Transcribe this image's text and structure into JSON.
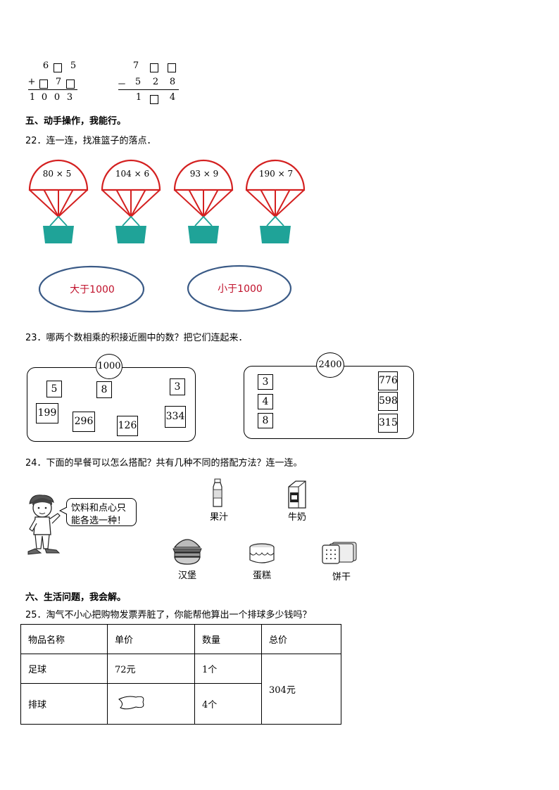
{
  "arith": {
    "add": {
      "r1": [
        "6",
        "",
        "5"
      ],
      "op": "+",
      "r2": [
        "",
        "7",
        ""
      ],
      "result": [
        "1",
        "0",
        "0",
        "3"
      ]
    },
    "sub": {
      "r1": [
        "7",
        "",
        ""
      ],
      "op": "－",
      "r2": [
        "5",
        "2",
        "8"
      ],
      "result": [
        "1",
        "",
        "4"
      ]
    }
  },
  "section5": {
    "title": "五、动手操作，我能行。"
  },
  "q22": {
    "text": "22．连一连，找准篮子的落点．",
    "parachutes": [
      "80 × 5",
      "104 × 6",
      "93 × 9",
      "190 × 7"
    ],
    "ovals": [
      "大于1000",
      "小于1000"
    ],
    "colors": {
      "chute": "#d42020",
      "basket": "#1fa398",
      "oval": "#3a5a86",
      "oval_text": "#c0102a"
    }
  },
  "q23": {
    "text": "23．哪两个数相乘的积接近圈中的数？把它们连起来．",
    "left": {
      "target": "1000",
      "numbers": [
        "5",
        "8",
        "3",
        "199",
        "296",
        "126",
        "334"
      ]
    },
    "right": {
      "target": "2400",
      "small": [
        "3",
        "4",
        "8"
      ],
      "large": [
        "776",
        "598",
        "315"
      ]
    }
  },
  "q24": {
    "text": "24．下面的早餐可以怎么搭配？共有几种不同的搭配方法？连一连。",
    "speech": [
      "饮料和点心只",
      "能各选一种！"
    ],
    "drinks": [
      "果汁",
      "牛奶"
    ],
    "snacks": [
      "汉堡",
      "蛋糕",
      "饼干"
    ]
  },
  "section6": {
    "title": "六、生活问题，我会解。"
  },
  "q25": {
    "text": "25．淘气不小心把购物发票弄脏了，你能帮他算出一个排球多少钱吗？",
    "headers": [
      "物品名称",
      "单价",
      "数量",
      "总价"
    ],
    "rows": [
      {
        "name": "足球",
        "price": "72元",
        "qty": "1个"
      },
      {
        "name": "排球",
        "price": "",
        "qty": "4个"
      }
    ],
    "total": "304元"
  }
}
